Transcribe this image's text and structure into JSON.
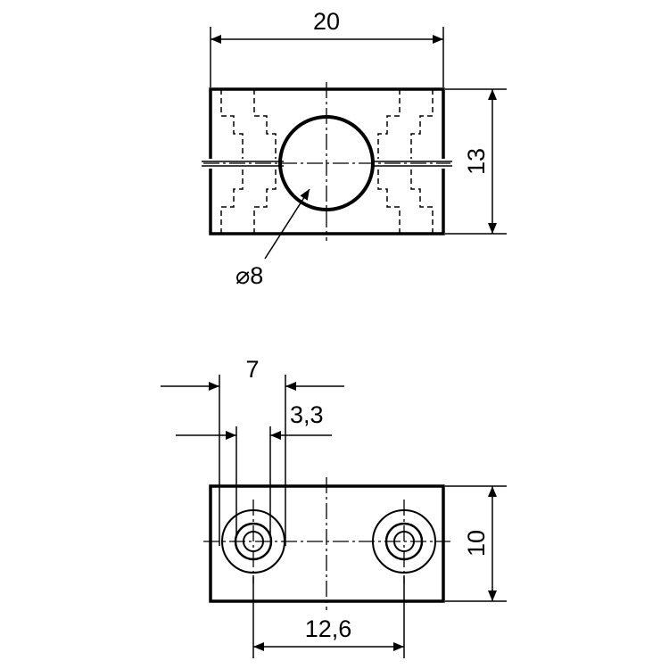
{
  "diagram": {
    "type": "technical-drawing",
    "top_view": {
      "dimensions": {
        "width": "20",
        "height": "13",
        "bore_diameter": "⌀8"
      }
    },
    "front_view": {
      "dimensions": {
        "offset_a": "7",
        "offset_b": "3,3",
        "hole_spacing": "12,6",
        "height": "10"
      }
    }
  }
}
